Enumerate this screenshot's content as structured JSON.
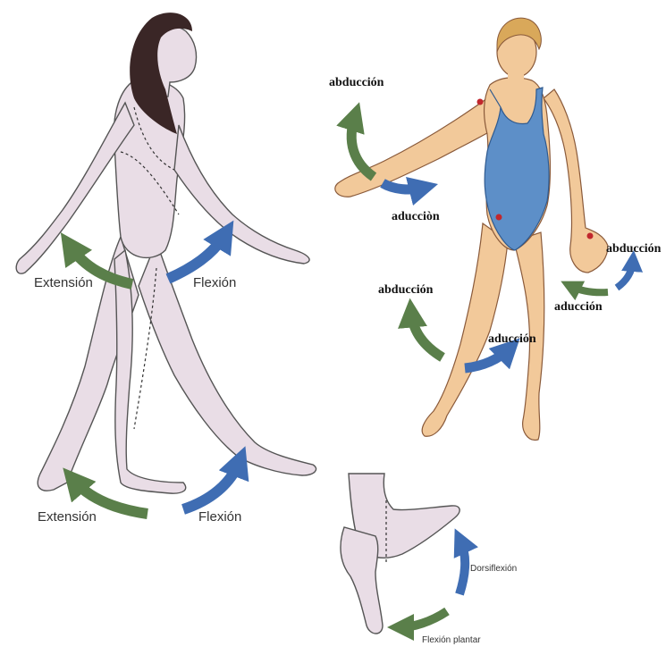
{
  "colors": {
    "green_arrow": "#5a7f4a",
    "blue_arrow": "#3f6db3",
    "skin_left": "#e9dde6",
    "skin_right": "#f2c99a",
    "swimsuit": "#5d8fc8",
    "hair_dark": "#3a2626",
    "hair_light": "#d9a85a",
    "joint_marker": "#c1272d"
  },
  "walking_figure": {
    "hip_extension_label": "Extensión",
    "hip_flexion_label": "Flexión",
    "knee_extension_label": "Extensión",
    "knee_flexion_label": "Flexión"
  },
  "standing_figure": {
    "shoulder_abduction_label": "abducción",
    "shoulder_adduction_label": "aducciòn",
    "hip_abduction_label": "abducción",
    "hip_adduction_label": "aducción",
    "wrist_abduction_label": "abducción",
    "wrist_adduction_label": "aducción"
  },
  "foot": {
    "dorsiflexion_label": "Dorsiflexión",
    "plantar_flexion_label": "Flexión plantar"
  }
}
